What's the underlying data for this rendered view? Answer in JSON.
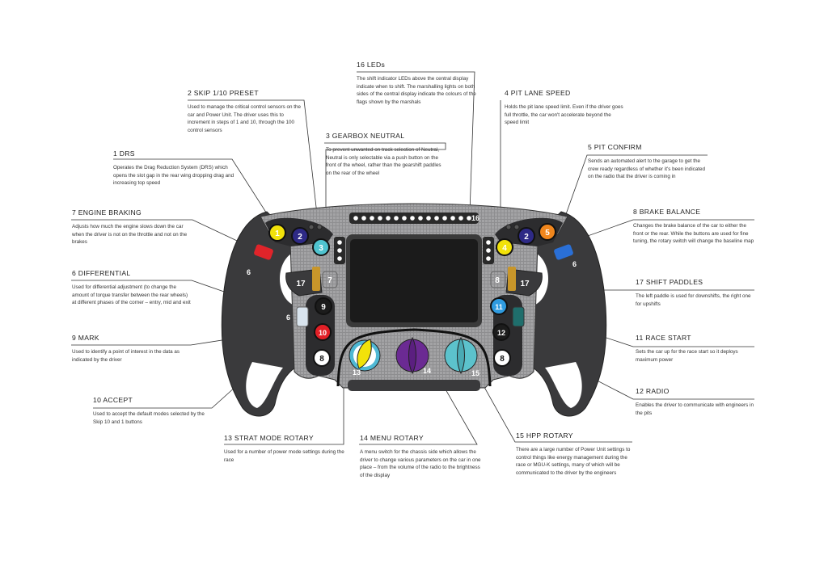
{
  "diagram_title": "F1 Steering Wheel Controls",
  "callouts": [
    {
      "id": "1",
      "title": "1  DRS",
      "body": "Operates the Drag Reduction System (DRS) which opens the slot gap in the rear wing dropping drag and increasing top speed"
    },
    {
      "id": "2",
      "title": "2  SKIP 1/10 PRESET",
      "body": "Used to manage the critical control sensors on the car and Power Unit. The driver uses this to increment in steps of 1 and 10, through the 100 control sensors"
    },
    {
      "id": "3",
      "title": "3  GEARBOX NEUTRAL",
      "body": "To prevent unwanted on track selection of Neutral, Neutral is only selectable via a push button on the front of the wheel, rather than the gearshift paddles on the rear of the wheel"
    },
    {
      "id": "4",
      "title": "4  PIT LANE SPEED",
      "body": "Holds the pit lane speed limit. Even if the driver goes full throttle, the car won't accelerate beyond the speed limit"
    },
    {
      "id": "5",
      "title": "5  PIT CONFIRM",
      "body": "Sends an automated alert to the garage to get the crew ready regardless of whether it's been indicated on the radio that the driver is coming in"
    },
    {
      "id": "6",
      "title": "6  DIFFERENTIAL",
      "body": "Used for differential adjustment (to change the amount of torque transfer between the rear wheels) at different phases of the corner – entry, mid and exit"
    },
    {
      "id": "7",
      "title": "7  ENGINE BRAKING",
      "body": "Adjusts how much the engine slows down the car when the driver is not on the throttle and not on the brakes"
    },
    {
      "id": "8",
      "title": "8  BRAKE BALANCE",
      "body": "Changes the brake balance of the car to either the front or the rear. While the buttons are used for fine tuning, the rotary switch will change the baseline map"
    },
    {
      "id": "9",
      "title": "9 MARK",
      "body": "Used to identify a point of interest in the data as indicated by the driver"
    },
    {
      "id": "10",
      "title": "10  ACCEPT",
      "body": "Used to accept the default modes selected by the Skip 10 and 1 buttons"
    },
    {
      "id": "11",
      "title": "11  RACE START",
      "body": "Sets the car up for the race start so it deploys maximum power"
    },
    {
      "id": "12",
      "title": "12  RADIO",
      "body": "Enables the driver to communicate with engineers in the pits"
    },
    {
      "id": "13",
      "title": "13 STRAT MODE ROTARY",
      "body": "Used for a number of power mode settings during the race"
    },
    {
      "id": "14",
      "title": "14 MENU ROTARY",
      "body": "A menu switch for the chassis side which allows the driver to change various parameters on the car in one place – from the volume of the radio to the brightness of the display"
    },
    {
      "id": "15",
      "title": "15 HPP ROTARY",
      "body": "There are a large number of Power Unit settings to control things like energy management during the race or MGU-K settings, many of which will be communicated to the driver by the engineers"
    },
    {
      "id": "16",
      "title": "16  LEDs",
      "body": "The shift indicator LEDs above the central display indicate when to shift. The marshalling lights on both sides of the central display indicate the colours of the flags shown by the marshals"
    },
    {
      "id": "17",
      "title": "17  SHIFT PADDLES",
      "body": "The left paddle is used for downshifts, the right one for upshifts"
    }
  ],
  "wheel_labels": {
    "btn_1": "1",
    "btn_2_left": "2",
    "btn_3": "3",
    "btn_4": "4",
    "btn_2_right": "2",
    "btn_5": "5",
    "rot_6_left": "6",
    "rot_6_right": "6",
    "diff_6": "6",
    "paddle_left": "17",
    "paddle_right": "17",
    "btn_7": "7",
    "btn_8_bb": "8",
    "btn_9": "9",
    "btn_10": "10",
    "btn_11": "11",
    "btn_12": "12",
    "btn_8_left": "8",
    "btn_8_right": "8",
    "rot_13": "13",
    "rot_14": "14",
    "rot_15": "15",
    "leds_16": "16"
  },
  "colors": {
    "wheel_body": "#3a3a3c",
    "carbon": "#8d8d8f",
    "display": "#1b1b1b",
    "yellow": "#f2e20a",
    "navy": "#2e2a86",
    "cyan": "#4fc3cf",
    "orange": "#f0861d",
    "red": "#e21f26",
    "blue": "#2f9be0",
    "purple": "#6b2a93",
    "teal_rotary": "#5cc2cc",
    "amber": "#c8962a",
    "engine_red": "#e0242a",
    "brake_blue": "#2a6fd6",
    "diff_white": "#d9e4ee",
    "start_teal": "#1f6e6c"
  }
}
